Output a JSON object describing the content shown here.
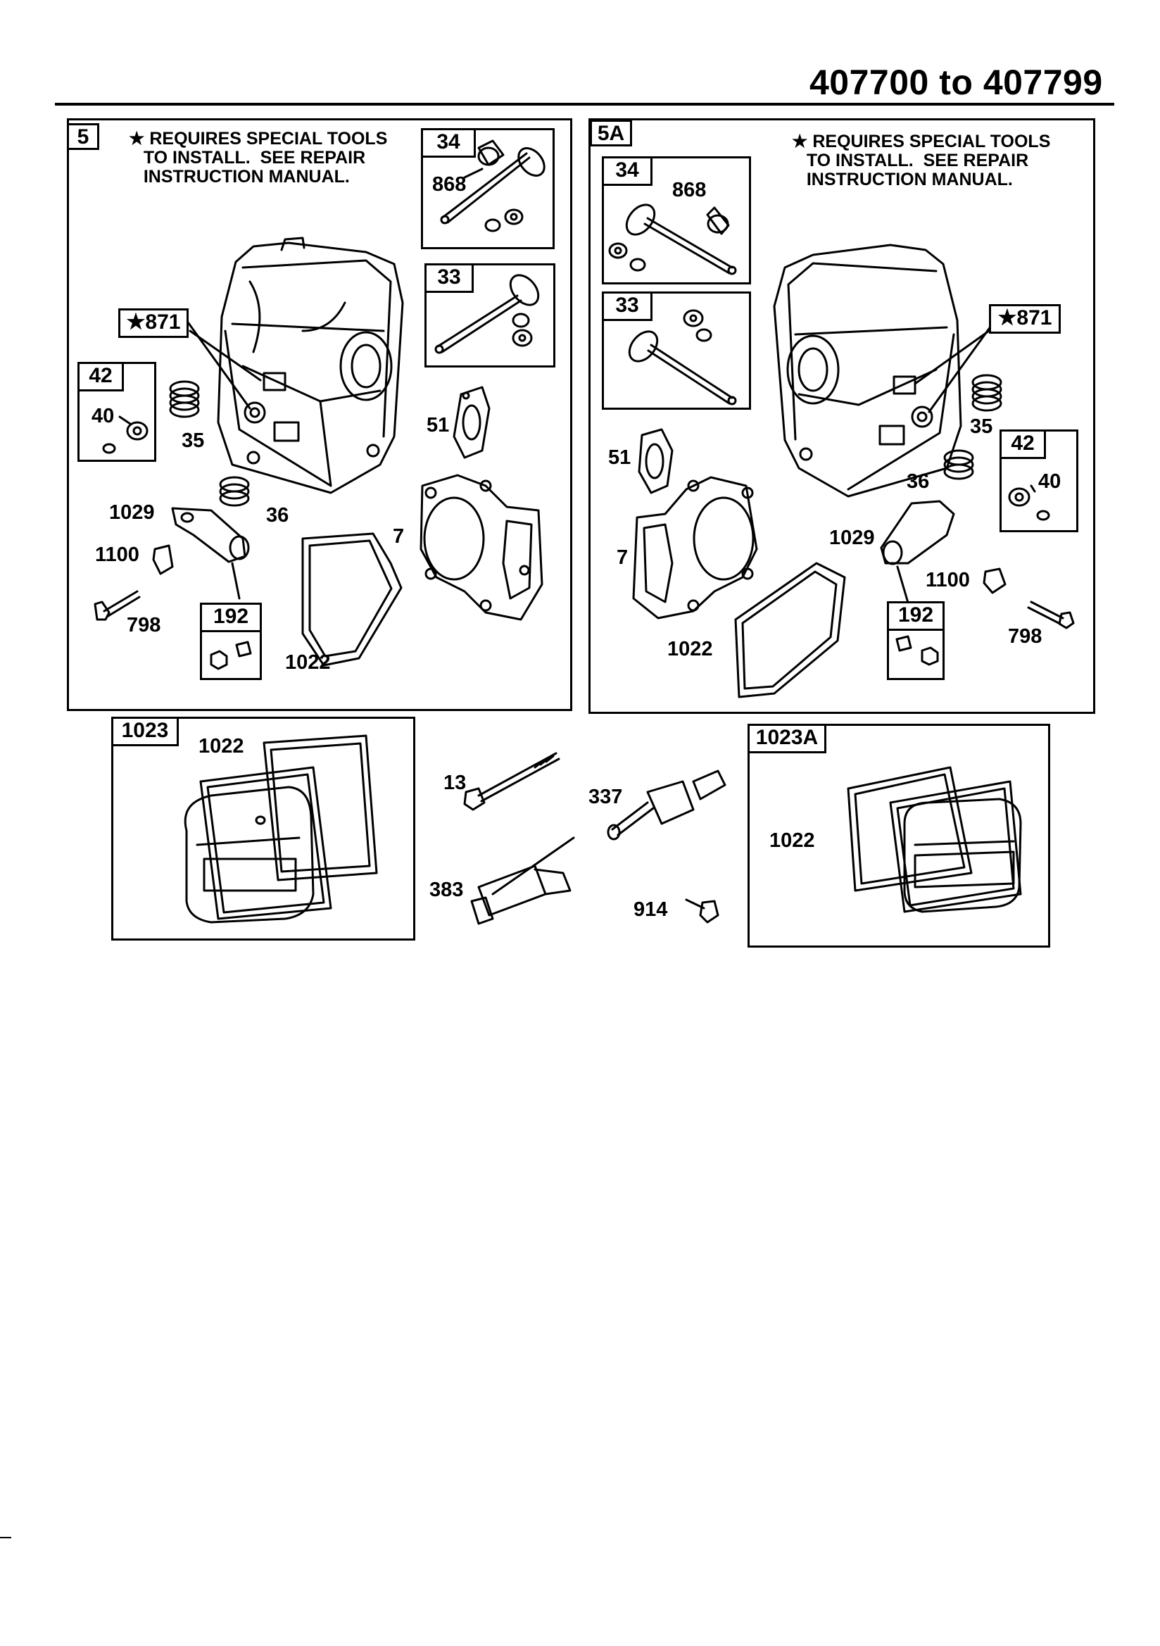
{
  "header": {
    "title": "407700 to 407799"
  },
  "note_text": "★ REQUIRES SPECIAL TOOLS\n   TO INSTALL.  SEE REPAIR\n   INSTRUCTION MANUAL.",
  "panels": {
    "left": {
      "tag": "5",
      "note": "★ REQUIRES SPECIAL TOOLS\n   TO INSTALL.  SEE REPAIR\n   INSTRUCTION MANUAL."
    },
    "right": {
      "tag": "5A",
      "note": "★ REQUIRES SPECIAL TOOLS\n   TO INSTALL.  SEE REPAIR\n   INSTRUCTION MANUAL."
    }
  },
  "subtags": {
    "l34": "34",
    "l33": "33",
    "l871": "★871",
    "l42": "42",
    "l192": "192",
    "r34": "34",
    "r33": "33",
    "r871": "★871",
    "r42": "42",
    "r192": "192",
    "b1023": "1023",
    "b1023a": "1023A"
  },
  "labels": {
    "l868": "868",
    "l40": "40",
    "l35": "35",
    "l36": "36",
    "l51": "51",
    "l7": "7",
    "l1029": "1029",
    "l1100": "1100",
    "l798": "798",
    "l1022": "1022",
    "r868": "868",
    "r51": "51",
    "r7": "7",
    "r35": "35",
    "r36": "36",
    "r40": "40",
    "r1029": "1029",
    "r1100": "1100",
    "r798": "798",
    "r1022": "1022",
    "b1022": "1022",
    "b13": "13",
    "b337": "337",
    "b383": "383",
    "b914": "914",
    "b1022a": "1022"
  }
}
